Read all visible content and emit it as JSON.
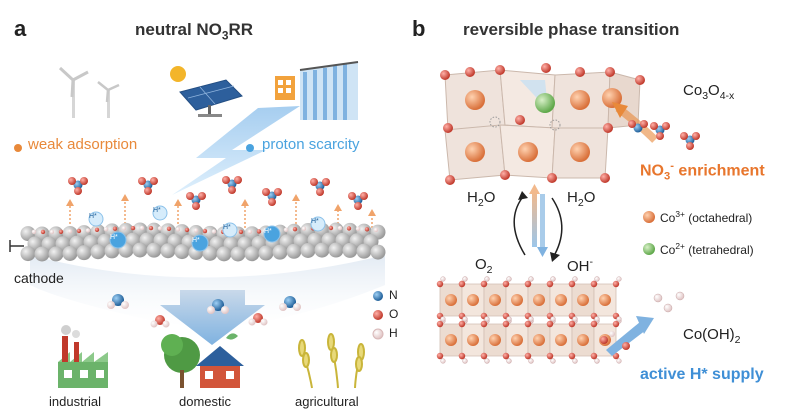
{
  "panel_a": {
    "letter": "a",
    "title_main": "neutral NO",
    "title_sub": "3",
    "title_end": "RR",
    "weak_adsorption": "weak adsorption",
    "proton_scarcity": "proton scarcity",
    "cathode": "cathode",
    "legend": {
      "n": "N",
      "o": "O",
      "h": "H"
    },
    "hstar": "H*",
    "scenarios": [
      "industrial",
      "domestic",
      "agricultural"
    ],
    "colors": {
      "orange": "#e8893a",
      "blue": "#4aa3df",
      "nitrogen": "#3a7cb8",
      "oxygen": "#d9534f",
      "hydrogen": "#f3dada"
    }
  },
  "panel_b": {
    "letter": "b",
    "title": "reversible phase transition",
    "formula_main": "Co",
    "formula_sub1": "3",
    "formula_mid": "O",
    "formula_sub2": "4-x",
    "no3_main": "NO",
    "no3_sub": "3",
    "no3_sup": "-",
    "no3_end": " enrichment",
    "h2o_left": "H",
    "h2o_right": "H",
    "o2": "O",
    "oh": "OH",
    "oh_sup": "-",
    "co3_main": "Co",
    "co3_sup": "3+",
    "co3_desc": " (octahedral)",
    "co2_main": "Co",
    "co2_sup": "2+",
    "co2_desc": " (tetrahedral)",
    "cooh_main": "Co(OH)",
    "cooh_sub": "2",
    "active_h": "active H* supply",
    "colors": {
      "orange_text": "#e8762d",
      "blue_text": "#3f8fd6",
      "co3": "#e9905a",
      "co2": "#8cc47a"
    }
  }
}
